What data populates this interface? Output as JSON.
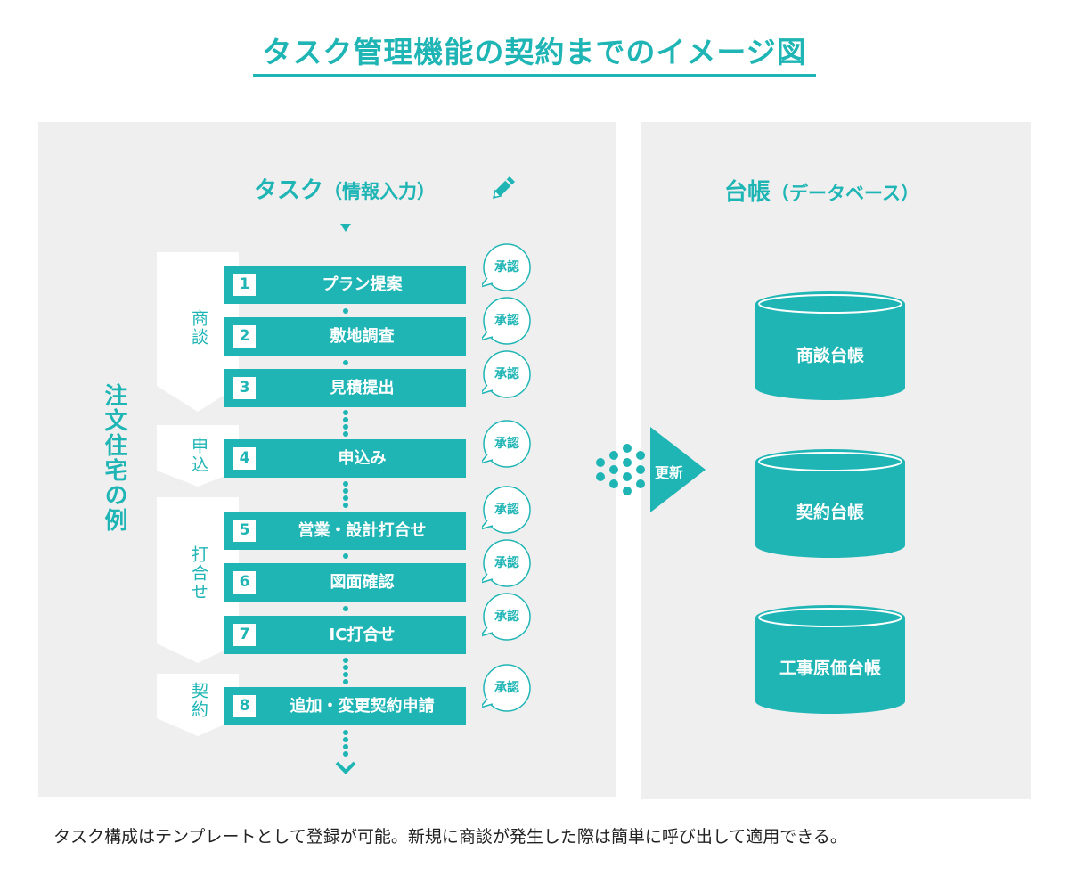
{
  "title": "タスク管理機能の契約までのイメージ図",
  "task_section": {
    "heading": "タスク",
    "heading_paren": "（情報入力）",
    "pencil_icon": "pencil-icon"
  },
  "ledger_section": {
    "heading": "台帳",
    "heading_paren": "（データベース）",
    "databases": [
      "商談台帳",
      "契約台帳",
      "工事原価台帳"
    ]
  },
  "example_label": "注文住宅の例",
  "phases": [
    {
      "label": "商談"
    },
    {
      "label": "申込"
    },
    {
      "label": "打合せ"
    },
    {
      "label": "契約"
    }
  ],
  "steps": [
    {
      "num": "1",
      "label": "プラン提案",
      "approval": "承認"
    },
    {
      "num": "2",
      "label": "敷地調査",
      "approval": "承認"
    },
    {
      "num": "3",
      "label": "見積提出",
      "approval": "承認"
    },
    {
      "num": "4",
      "label": "申込み",
      "approval": "承認"
    },
    {
      "num": "5",
      "label": "営業・設計打合せ",
      "approval": "承認"
    },
    {
      "num": "6",
      "label": "図面確認",
      "approval": "承認"
    },
    {
      "num": "7",
      "label": "IC打合せ",
      "approval": "承認"
    },
    {
      "num": "8",
      "label": "追加・変更契約申請",
      "approval": "承認"
    }
  ],
  "update_label": "更新",
  "caption": "タスク構成はテンプレートとして登録が可能。新規に商談が発生した際は簡単に呼び出して適用できる。",
  "colors": {
    "accent": "#20b5b5",
    "panel": "#efefef",
    "approval_border": "#20b5b5"
  }
}
